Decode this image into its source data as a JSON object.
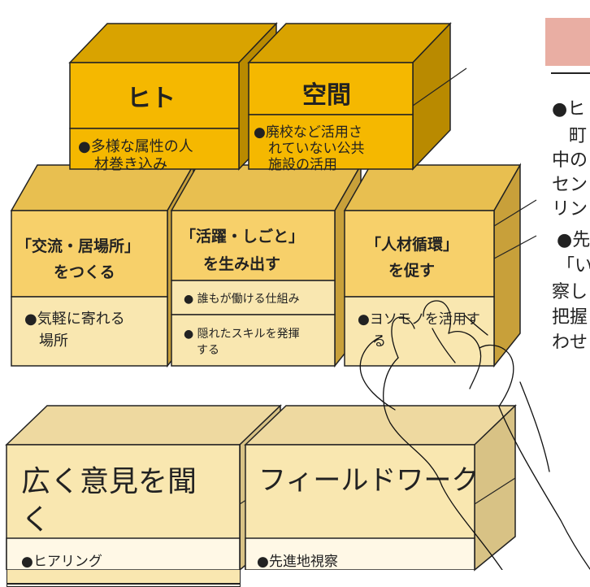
{
  "colors": {
    "top_front": "#F5B800",
    "top_side": "#B98A00",
    "top_top": "#D9A300",
    "mid_front": "#F7D06A",
    "mid_side": "#C8A03A",
    "mid_top": "#E8BF50",
    "bot_front": "#F9E7B0",
    "bot_side": "#D8C285",
    "bot_top": "#EED9A0",
    "bot_lower": "#FFF8E6",
    "pink_box": "#E9AEA3"
  },
  "top_row": [
    {
      "title": "ヒト",
      "lines": [
        "●多様な属性の人",
        "材巻き込み"
      ]
    },
    {
      "title": "空間",
      "lines": [
        "●廃校など活用さ",
        "れていない公共",
        "施設の活用"
      ]
    }
  ],
  "mid_row": [
    {
      "title_lines": [
        "「交流・居場所」",
        "をつくる"
      ],
      "items": [
        {
          "lines": [
            "●気軽に寄れる",
            "場所"
          ]
        }
      ]
    },
    {
      "title_lines": [
        "「活躍・しごと」",
        "を生み出す"
      ],
      "items": [
        {
          "lines": [
            "● 誰もが働ける仕組み"
          ]
        },
        {
          "lines": [
            "● 隠れたスキルを発揮",
            "する"
          ]
        }
      ]
    },
    {
      "title_lines": [
        "「人材循環」",
        "を促す"
      ],
      "items": [
        {
          "lines": [
            "●ヨソモノを活用す",
            "る"
          ]
        }
      ]
    }
  ],
  "bottom_row": [
    {
      "title_lines": [
        "広く意見を聞",
        "く"
      ],
      "item": "●ヒアリング"
    },
    {
      "title_lines": [
        "フィールドワーク"
      ],
      "item": "●先進地視察"
    }
  ],
  "right_text": [
    "●ヒ",
    "町",
    "中の",
    "セン",
    "リン",
    "●先",
    "「い",
    "察し",
    "把握",
    "わせ"
  ]
}
